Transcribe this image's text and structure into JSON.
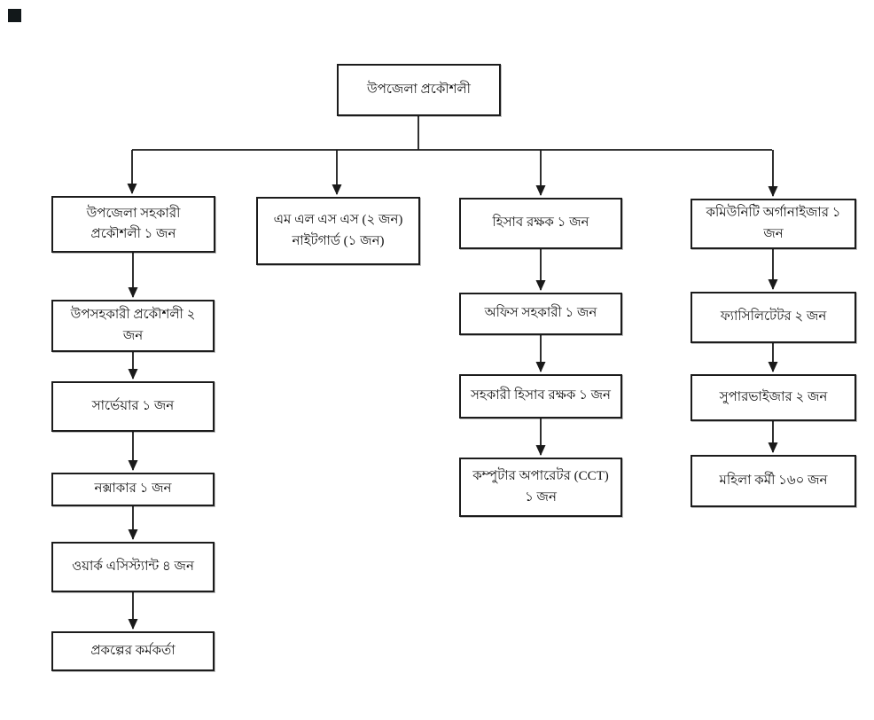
{
  "decorations": {
    "corner_square_color": "#12181a"
  },
  "diagram": {
    "type": "org-chart",
    "line_color": "#1a1a1a",
    "box_border_color": "#1c1c1c",
    "box_fill_color": "#ffffff",
    "root": {
      "label": "উপজেলা প্রকৌশলী"
    },
    "columns": [
      {
        "id": "engineering-branch",
        "nodes": [
          {
            "label": "উপজেলা সহকারী প্রকৌশলী ১ জন"
          },
          {
            "label": "উপসহকারী প্রকৌশলী ২ জন"
          },
          {
            "label": "সার্ভেয়ার ১ জন"
          },
          {
            "label": "নক্সাকার ১ জন"
          },
          {
            "label": "ওয়ার্ক এসিস্ট্যান্ট ৪ জন"
          },
          {
            "label": "প্রকল্পের কর্মকর্তা"
          }
        ]
      },
      {
        "id": "support-staff-branch",
        "nodes": [
          {
            "label": "এম এল এস এস (২ জন)\nনাইটগার্ড (১ জন)"
          }
        ]
      },
      {
        "id": "accounts-branch",
        "nodes": [
          {
            "label": "হিসাব রক্ষক ১ জন"
          },
          {
            "label": "অফিস সহকারী ১ জন"
          },
          {
            "label": "সহকারী হিসাব রক্ষক ১ জন"
          },
          {
            "label": "কম্পুটার অপারেটর (CCT) ১ জন"
          }
        ]
      },
      {
        "id": "community-branch",
        "nodes": [
          {
            "label": "কমিউনিটি অর্গানাইজার ১ জন"
          },
          {
            "label": "ফ্যাসিলিটেটর ২ জন"
          },
          {
            "label": "সুপারভাইজার ২ জন"
          },
          {
            "label": "মহিলা কর্মী ১৬০ জন"
          }
        ]
      }
    ]
  }
}
